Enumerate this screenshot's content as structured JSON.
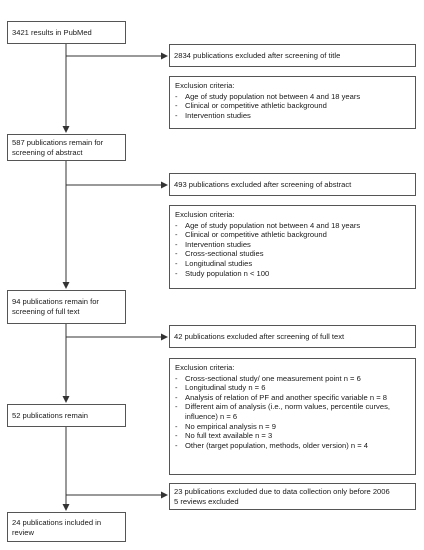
{
  "main": [
    {
      "lines": [
        "3421 results in PubMed"
      ]
    },
    {
      "lines": [
        "587 publications remain for",
        "screening of abstract"
      ]
    },
    {
      "lines": [
        "94  publications remain for",
        "screening of full text"
      ]
    },
    {
      "lines": [
        "52 publications  remain"
      ]
    },
    {
      "lines": [
        "24 publications included in",
        "review"
      ]
    }
  ],
  "excluded": [
    {
      "lines": [
        "2834 publications excluded after screening of title"
      ]
    },
    {
      "lines": [
        "493 publications excluded after screening of abstract"
      ]
    },
    {
      "lines": [
        "42 publications  excluded after screening of full text"
      ]
    },
    {
      "lines": [
        "23 publications  excluded due to data collection only before 2006",
        " 5 reviews excluded"
      ]
    }
  ],
  "criteria": [
    {
      "heading": "Exclusion  criteria:",
      "items": [
        "Age of study population not between 4 and 18 years",
        "Clinical or competitive athletic background",
        "Intervention studies"
      ]
    },
    {
      "heading": "Exclusion  criteria:",
      "items": [
        "Age of study population not between 4 and 18 years",
        "Clinical or competitive athletic background",
        "Intervention studies",
        "Cross-sectional  studies",
        "Longitudinal studies",
        "Study population  n < 100"
      ]
    },
    {
      "heading": "Exclusion  criteria:",
      "items": [
        "Cross-sectional study/ one measurement point  n = 6",
        "Longitudinal study  n = 6",
        "Analysis of relation of PF and another specific variable  n = 8",
        "Different aim of analysis (i.e., norm values, percentile curves, influence)  n = 6",
        "No empirical analysis  n = 9",
        "No full text available  n = 3",
        "Other (target population, methods, older version)  n = 4"
      ]
    }
  ],
  "dash": "-"
}
